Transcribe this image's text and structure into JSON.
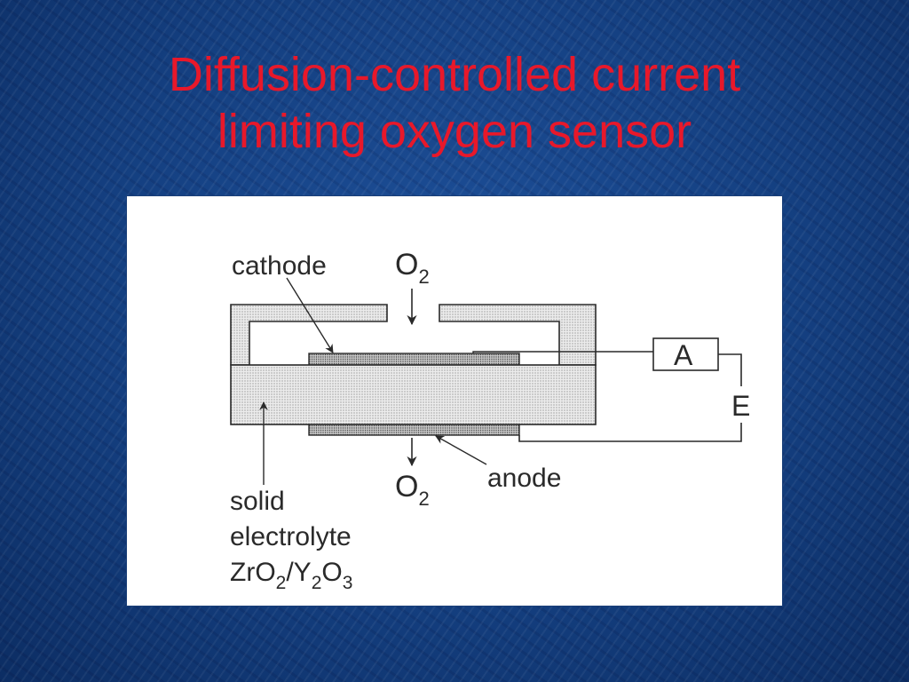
{
  "slide": {
    "title_line1": "Diffusion-controlled current",
    "title_line2": "limiting oxygen sensor",
    "title_color": "#e8182a",
    "background_color": "#123a78"
  },
  "diagram": {
    "labels": {
      "cathode": "cathode",
      "anode": "anode",
      "o2_top": "O",
      "o2_top_sub": "2",
      "o2_bottom": "O",
      "o2_bottom_sub": "2",
      "ammeter": "A",
      "voltage": "E",
      "electrolyte_line1": "solid",
      "electrolyte_line2": "electrolyte",
      "electrolyte_formula": [
        {
          "t": "ZrO",
          "sub": false
        },
        {
          "t": "2",
          "sub": true
        },
        {
          "t": "/Y",
          "sub": false
        },
        {
          "t": "2",
          "sub": true
        },
        {
          "t": "O",
          "sub": false
        },
        {
          "t": "3",
          "sub": true
        }
      ]
    }
  }
}
